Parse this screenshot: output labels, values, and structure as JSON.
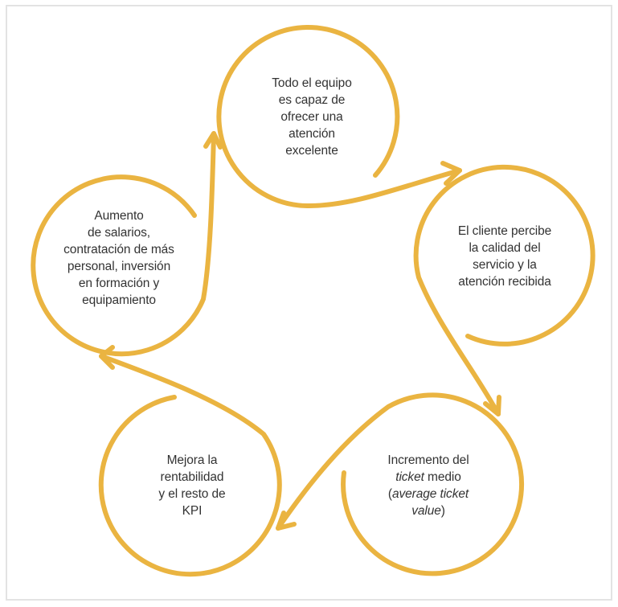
{
  "diagram": {
    "type": "cycle",
    "stroke_color": "#EAB441",
    "text_color": "#333333",
    "border_color": "#E3E3E3",
    "nodes": [
      {
        "id": "team",
        "lines": [
          "Todo el equipo",
          "es capaz de",
          "ofrecer una",
          "atención",
          "excelente"
        ]
      },
      {
        "id": "client",
        "lines": [
          "El cliente percibe",
          "la calidad del",
          "servicio y la",
          "atención recibida"
        ]
      },
      {
        "id": "ticket",
        "lines": [
          "Incremento del",
          "ticket medio",
          "(average ticket",
          "value)"
        ],
        "italic_terms": [
          "ticket",
          "average ticket value"
        ],
        "line_parts": [
          [
            {
              "text": "Incremento del",
              "italic": false
            }
          ],
          [
            {
              "text": "ticket",
              "italic": true
            },
            {
              "text": " medio",
              "italic": false
            }
          ],
          [
            {
              "text": "(",
              "italic": false
            },
            {
              "text": "average ticket",
              "italic": true
            }
          ],
          [
            {
              "text": "value",
              "italic": true
            },
            {
              "text": ")",
              "italic": false
            }
          ]
        ]
      },
      {
        "id": "profit",
        "lines": [
          "Mejora la",
          "rentabilidad",
          "y el resto de",
          "KPI"
        ]
      },
      {
        "id": "investment",
        "lines": [
          "Aumento",
          "de salarios,",
          "contratación de más",
          "personal, inversión",
          "en formación y",
          "equipamiento"
        ]
      }
    ],
    "edges": [
      {
        "from": "team",
        "to": "client"
      },
      {
        "from": "client",
        "to": "ticket"
      },
      {
        "from": "ticket",
        "to": "profit"
      },
      {
        "from": "profit",
        "to": "investment"
      },
      {
        "from": "investment",
        "to": "team"
      }
    ]
  }
}
